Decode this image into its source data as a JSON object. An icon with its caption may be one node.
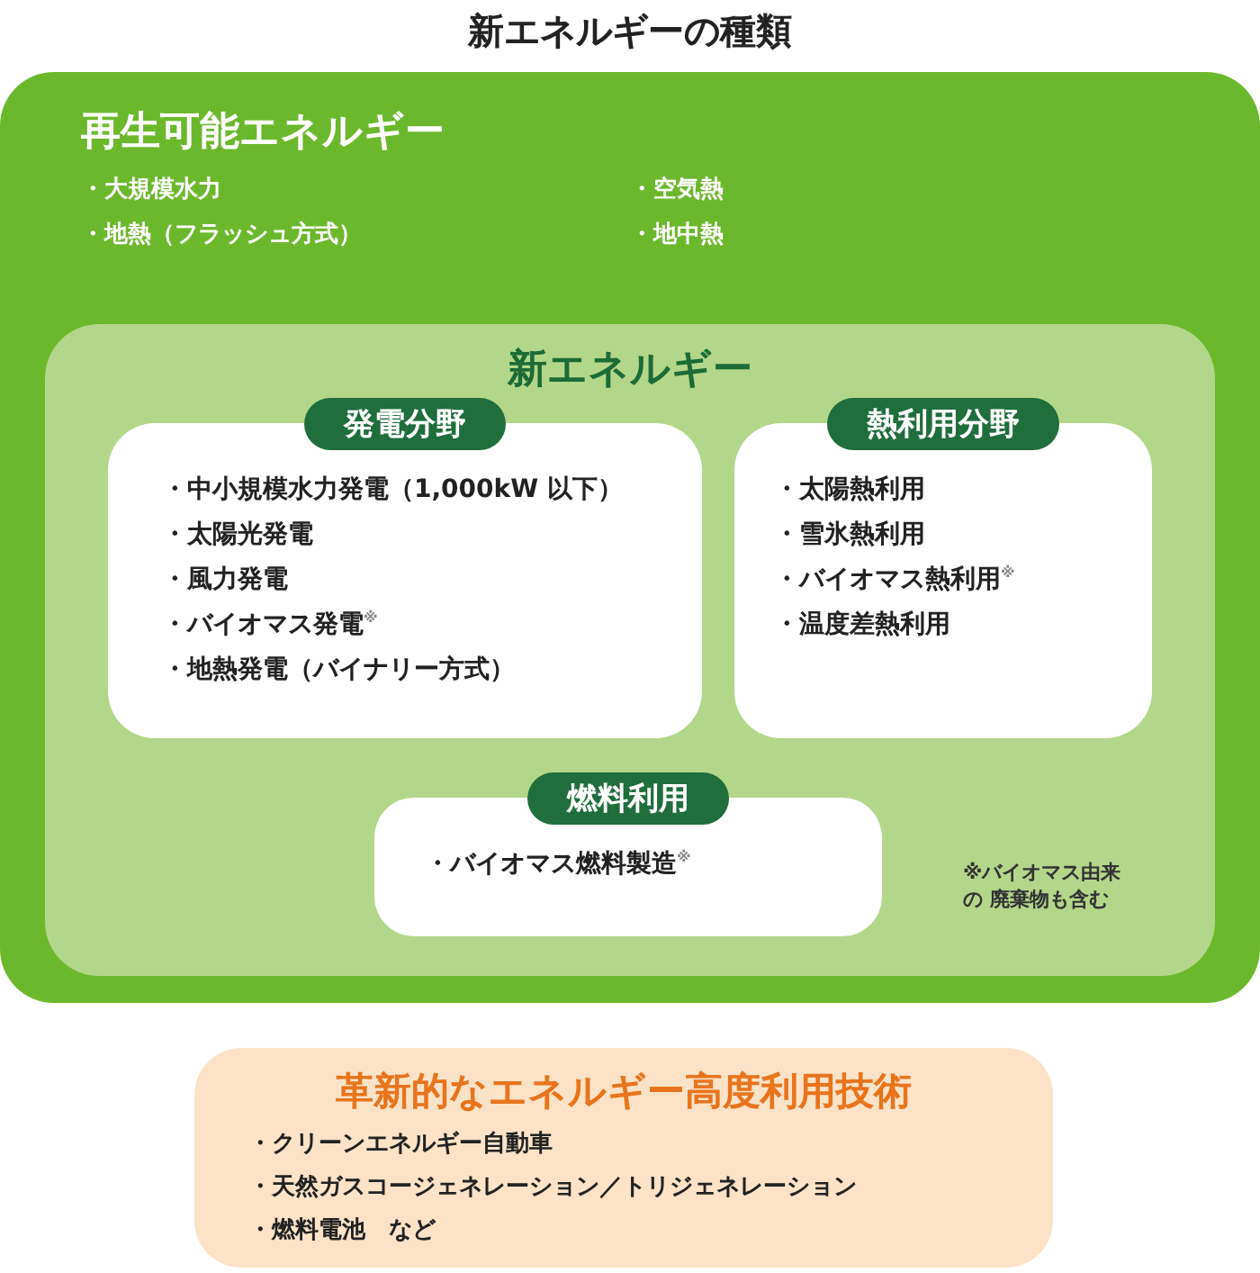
{
  "diagram": {
    "title": "新エネルギーの種類",
    "nodes": [
      {
        "text": [
          "再生可能エネルギー",
          "・大規模水力",
          "・地熱（フラッシュ方式）",
          "・空気熱",
          "・地中熱"
        ]
      },
      {
        "text": [
          "新エネルギー"
        ],
        "in": 0
      },
      {
        "text": [
          "発電分野",
          "・中小規模水力発電（1,000kW 以下）",
          "・太陽光発電",
          "・風力発電",
          "・バイオマス発電$^{※}$",
          "・地熱発電（バイナリー方式）"
        ],
        "in": 1
      },
      {
        "text": [
          "熱利用分野",
          "・太陽熱利用",
          "・雪氷熱利用",
          "・バイオマス熱利用$^{※}$",
          "・温度差熱利用"
        ],
        "in": 1
      },
      {
        "text": [
          "燃料利用",
          "・バイオマス燃料製造$^{※}$"
        ],
        "in": 1
      },
      {
        "text": [
          "革新的なエネルギー高度利用技術",
          "・クリーンエネルギー自動車",
          "・天然ガスコージェネレーション／トリジェネレーション",
          "・燃料電池　など"
        ]
      }
    ],
    "labels": [
      "※バイオマス由来の 廃棄物も含む"
    ]
  }
}
